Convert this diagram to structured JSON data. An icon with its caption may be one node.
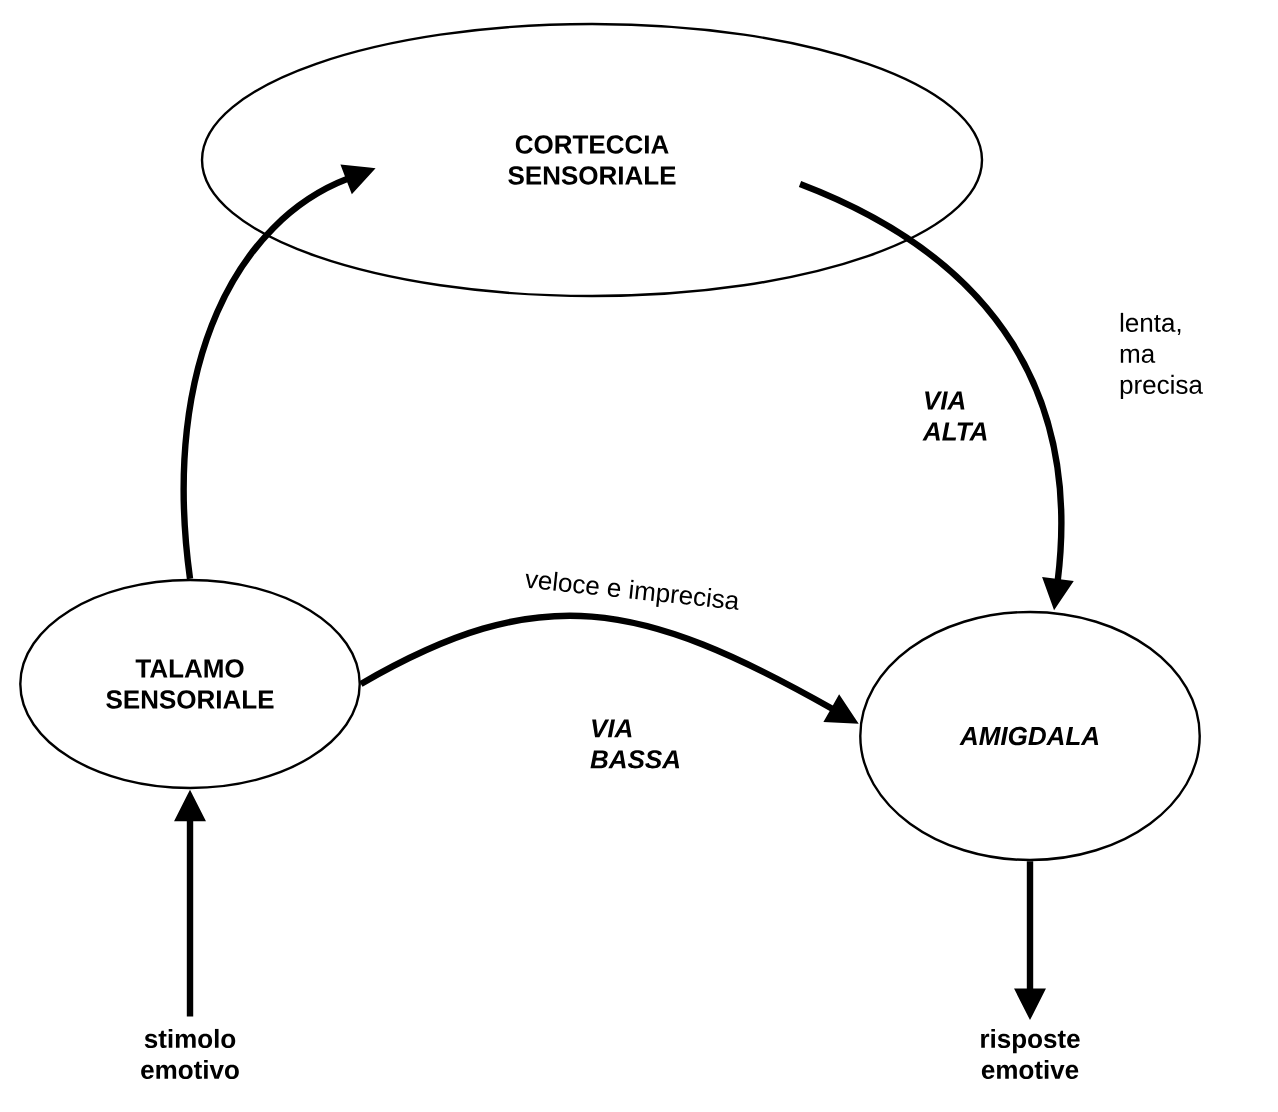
{
  "diagram": {
    "nodes": [
      {
        "text": [
          "CORTECCIA SENSORIALE"
        ]
      },
      {
        "text": [
          "TALAMO SENSORIALE"
        ]
      },
      {
        "text": [
          "AMIGDALA"
        ]
      },
      {
        "text": [
          "stimolo emotivo"
        ]
      },
      {
        "text": [
          "risposte emotive"
        ]
      }
    ],
    "edges": [
      {
        "from": 1,
        "to": 0,
        "arrow": "to"
      },
      {
        "from": 0,
        "to": 2,
        "arrow": "to"
      },
      {
        "from": 1,
        "to": 2,
        "arrow": "to",
        "label": "veloce e imprecisa"
      },
      {
        "from": 3,
        "to": 1,
        "arrow": "to"
      },
      {
        "from": 2,
        "to": 4,
        "arrow": "to"
      }
    ],
    "labels": [
      "lenta, ma precisa",
      "VIA ALTA",
      "VIA BASSA"
    ]
  }
}
